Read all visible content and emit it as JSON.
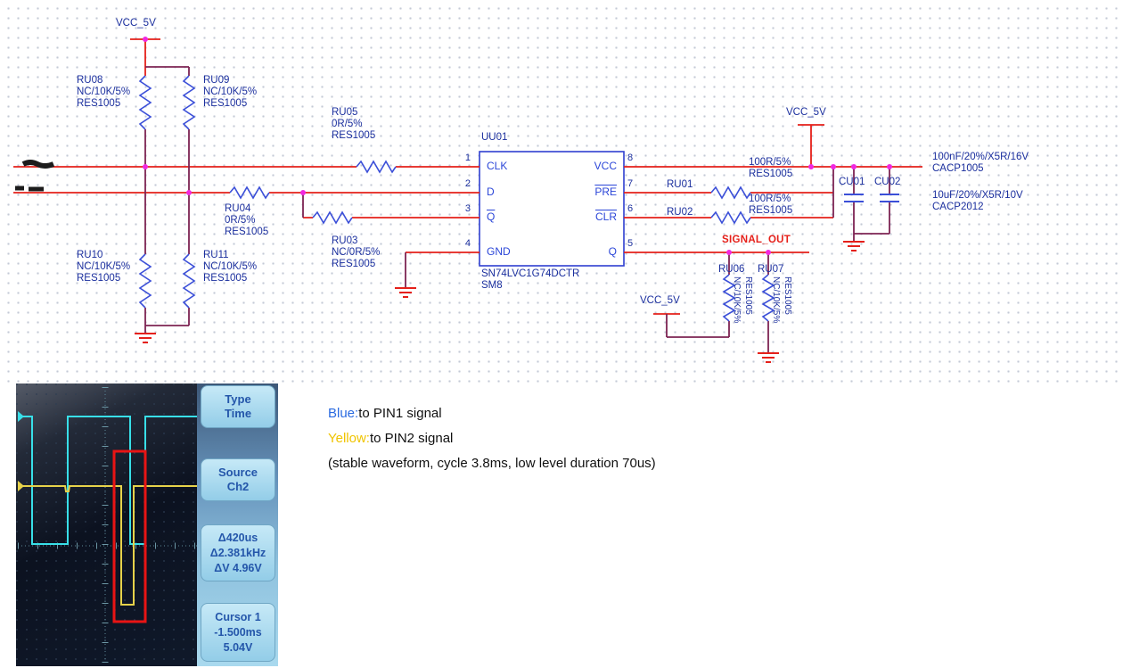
{
  "colors": {
    "wire_red": "#e5201a",
    "wire_maroon": "#7d2453",
    "symbol_blue": "#3b4fd8",
    "label_navy": "#1b2f9e",
    "junction_magenta": "#f028e0",
    "scope_cyan": "#38dfe8",
    "scope_yellow": "#e6d24a",
    "highlight_red": "#e81414",
    "button_text_blue": "#2456aa"
  },
  "schematic": {
    "power_labels": {
      "top_left": "VCC_5V",
      "right": "VCC_5V",
      "bottom": "VCC_5V"
    },
    "resistors": {
      "ru08": {
        "ref": "RU08",
        "value": "NC/10K/5%",
        "part": "RES1005"
      },
      "ru09": {
        "ref": "RU09",
        "value": "NC/10K/5%",
        "part": "RES1005"
      },
      "ru10": {
        "ref": "RU10",
        "value": "NC/10K/5%",
        "part": "RES1005"
      },
      "ru11": {
        "ref": "RU11",
        "value": "NC/10K/5%",
        "part": "RES1005"
      },
      "ru05": {
        "ref": "RU05",
        "value": "0R/5%",
        "part": "RES1005"
      },
      "ru04": {
        "ref": "RU04",
        "value": "0R/5%",
        "part": "RES1005"
      },
      "ru03": {
        "ref": "RU03",
        "value": "NC/0R/5%",
        "part": "RES1005"
      },
      "ru01": {
        "ref": "RU01",
        "value": "100R/5%",
        "part": "RES1005"
      },
      "ru02": {
        "ref": "RU02",
        "value": "100R/5%",
        "part": "RES1005"
      },
      "ru06": {
        "ref": "RU06",
        "value": "NC/10K/5%",
        "part": "RES1005"
      },
      "ru07": {
        "ref": "RU07",
        "value": "NC/10K/5%",
        "part": "RES1005"
      }
    },
    "capacitors": {
      "cu01": {
        "ref": "CU01",
        "value": "100nF/20%/X5R/16V",
        "part": "CACP1005"
      },
      "cu02": {
        "ref": "CU02",
        "value": "10uF/20%/X5R/10V",
        "part": "CACP2012"
      }
    },
    "ic": {
      "ref": "UU01",
      "part": "SN74LVC1G74DCTR",
      "package": "SM8",
      "pins": {
        "p1": {
          "num": "1",
          "name": "CLK"
        },
        "p2": {
          "num": "2",
          "name": "D"
        },
        "p3": {
          "num": "3",
          "name": "Q"
        },
        "p4": {
          "num": "4",
          "name": "GND"
        },
        "p5": {
          "num": "5",
          "name": "Q"
        },
        "p6": {
          "num": "6",
          "name": "CLR"
        },
        "p7": {
          "num": "7",
          "name": "PRE"
        },
        "p8": {
          "num": "8",
          "name": "VCC"
        }
      }
    },
    "net_label": "SIGNAL_OUT"
  },
  "scope": {
    "buttons": [
      {
        "lines": [
          "Type",
          "Time"
        ]
      },
      {
        "lines": [
          "Source",
          "Ch2"
        ]
      },
      {
        "lines": [
          "Δ420us",
          "Δ2.381kHz",
          "ΔV 4.96V"
        ]
      },
      {
        "lines": [
          "Cursor 1",
          "-1.500ms",
          "5.04V"
        ]
      }
    ]
  },
  "notes": {
    "line1_label": "Blue:",
    "line1_text": "to PIN1 signal",
    "line2_label": "Yellow:",
    "line2_text": "to PIN2 signal",
    "line3": "(stable waveform, cycle 3.8ms, low level duration 70us)"
  }
}
